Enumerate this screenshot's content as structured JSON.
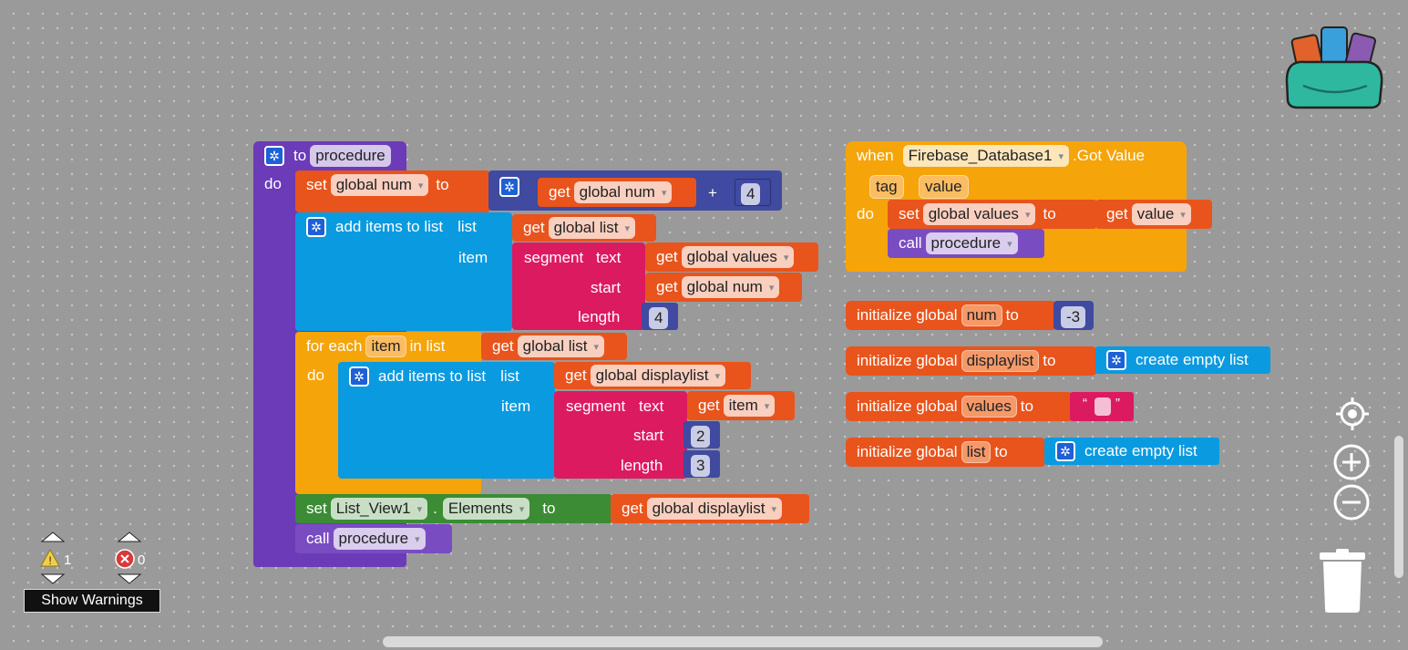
{
  "procedure_block": {
    "header_to": "to",
    "header_name": "procedure",
    "do_label": "do",
    "set1": {
      "set": "set",
      "var": "global num",
      "to": "to",
      "get": "get",
      "get_var": "global num",
      "op": "+",
      "num": "4"
    },
    "add1": {
      "label": "add items to list",
      "list_lbl": "list",
      "get": "get",
      "list_var": "global list",
      "item_lbl": "item",
      "segment": "segment",
      "text_lbl": "text",
      "start_lbl": "start",
      "length_lbl": "length",
      "text_get": "get",
      "text_var": "global values",
      "start_get": "get",
      "start_var": "global num",
      "length_num": "4"
    },
    "foreach": {
      "label": "for each",
      "item_var": "item",
      "in_list": "in list",
      "get": "get",
      "list_var": "global list",
      "do": "do",
      "add": {
        "label": "add items to list",
        "list_lbl": "list",
        "get": "get",
        "list_var": "global displaylist",
        "item_lbl": "item",
        "segment": "segment",
        "text_lbl": "text",
        "start_lbl": "start",
        "length_lbl": "length",
        "text_get": "get",
        "text_var": "item",
        "start_num": "2",
        "length_num": "3"
      }
    },
    "set2": {
      "set": "set",
      "component": "List_View1",
      "dot": ".",
      "prop": "Elements",
      "to": "to",
      "get": "get",
      "get_var": "global displaylist"
    },
    "call": {
      "label": "call",
      "name": "procedure"
    }
  },
  "event_block": {
    "when": "when",
    "component": "Firebase_Database1",
    "event": ".Got Value",
    "params": [
      "tag",
      "value"
    ],
    "do": "do",
    "set": {
      "set": "set",
      "var": "global values",
      "to": "to",
      "get": "get",
      "get_var": "value"
    },
    "call": {
      "label": "call",
      "name": "procedure"
    }
  },
  "globals": [
    {
      "label": "initialize global",
      "name": "num",
      "to": "to",
      "value": "-3"
    },
    {
      "label": "initialize global",
      "name": "displaylist",
      "to": "to",
      "value": "create empty list"
    },
    {
      "label": "initialize global",
      "name": "values",
      "to": "to",
      "open_quote": "“",
      "close_quote": "”"
    },
    {
      "label": "initialize global",
      "name": "list",
      "to": "to",
      "value": "create empty list"
    }
  ],
  "warnings": {
    "warning_count": "1",
    "error_count": "0",
    "button": "Show Warnings"
  },
  "icons": {
    "backpack": "backpack-icon",
    "center": "target-icon",
    "zoom_in": "plus-icon",
    "zoom_out": "minus-icon",
    "trash": "trash-icon",
    "gear": "gear-icon"
  }
}
